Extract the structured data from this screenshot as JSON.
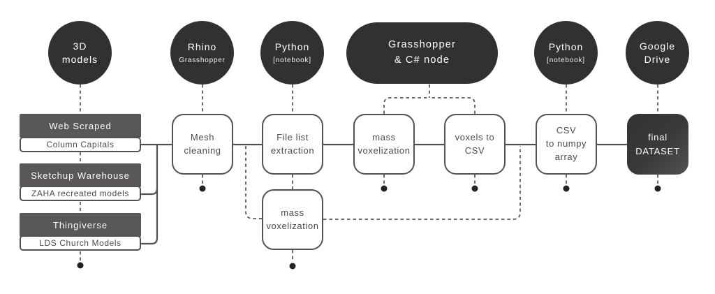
{
  "top_nodes": [
    {
      "line1": "3D",
      "line2": "models"
    },
    {
      "line1": "Rhino",
      "line2": "Grasshopper"
    },
    {
      "line1": "Python",
      "line2": "[notebook]"
    },
    {
      "line1": "Grasshopper",
      "line2": "& C# node"
    },
    {
      "line1": "Python",
      "line2": "[notebook]"
    },
    {
      "line1": "Google",
      "line2": "Drive"
    }
  ],
  "sources": [
    {
      "header": "Web Scraped",
      "item": "Column Capitals"
    },
    {
      "header": "Sketchup Warehouse",
      "item": "ZAHA recreated models"
    },
    {
      "header": "Thingiverse",
      "item": "LDS Church Models"
    }
  ],
  "processes": {
    "mesh_cleaning": {
      "line1": "Mesh",
      "line2": "cleaning"
    },
    "file_list_extraction": {
      "line1": "File list",
      "line2": "extraction"
    },
    "mass_voxelization": {
      "line1": "mass",
      "line2": "voxelization"
    },
    "voxels_to_csv": {
      "line1": "voxels to",
      "line2": "CSV"
    },
    "csv_to_numpy": {
      "line1": "CSV",
      "line2": "to numpy",
      "line3": "array"
    },
    "mass_voxelization_alt": {
      "line1": "mass",
      "line2": "voxelization"
    },
    "final_dataset": {
      "line1": "final",
      "line2": "DATASET"
    }
  },
  "colors": {
    "node_dark": "#323031",
    "source_header_gray": "#5a575a",
    "box_border_gray": "#515254",
    "box_text_gray": "#4d4a4c",
    "line_gray": "#515254",
    "dot_black": "#242223",
    "final_gradient_start": "#343133",
    "final_gradient_end": "#555254",
    "background": "#ffffff"
  }
}
